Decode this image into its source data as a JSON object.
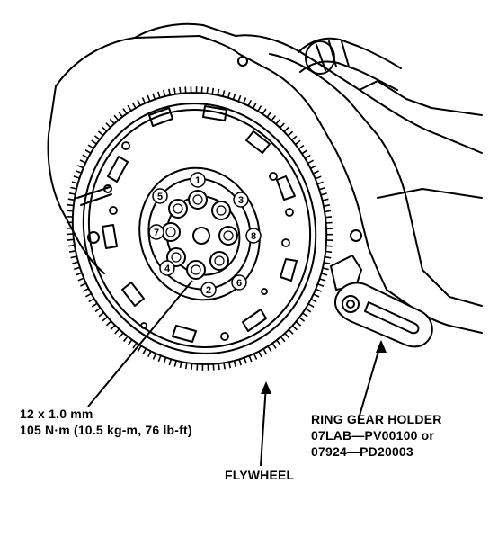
{
  "bolt_spec": {
    "size": "12 x 1.0 mm",
    "torque": "105 N·m (10.5 kg-m, 76 lb-ft)"
  },
  "tool": {
    "name": "RING GEAR HOLDER",
    "part_a": "07LAB—PV00100 or",
    "part_b": "07924—PD20003"
  },
  "flywheel_label": "FLYWHEEL",
  "bolt_sequence": [
    "1",
    "2",
    "3",
    "4",
    "5",
    "6",
    "7",
    "8"
  ]
}
